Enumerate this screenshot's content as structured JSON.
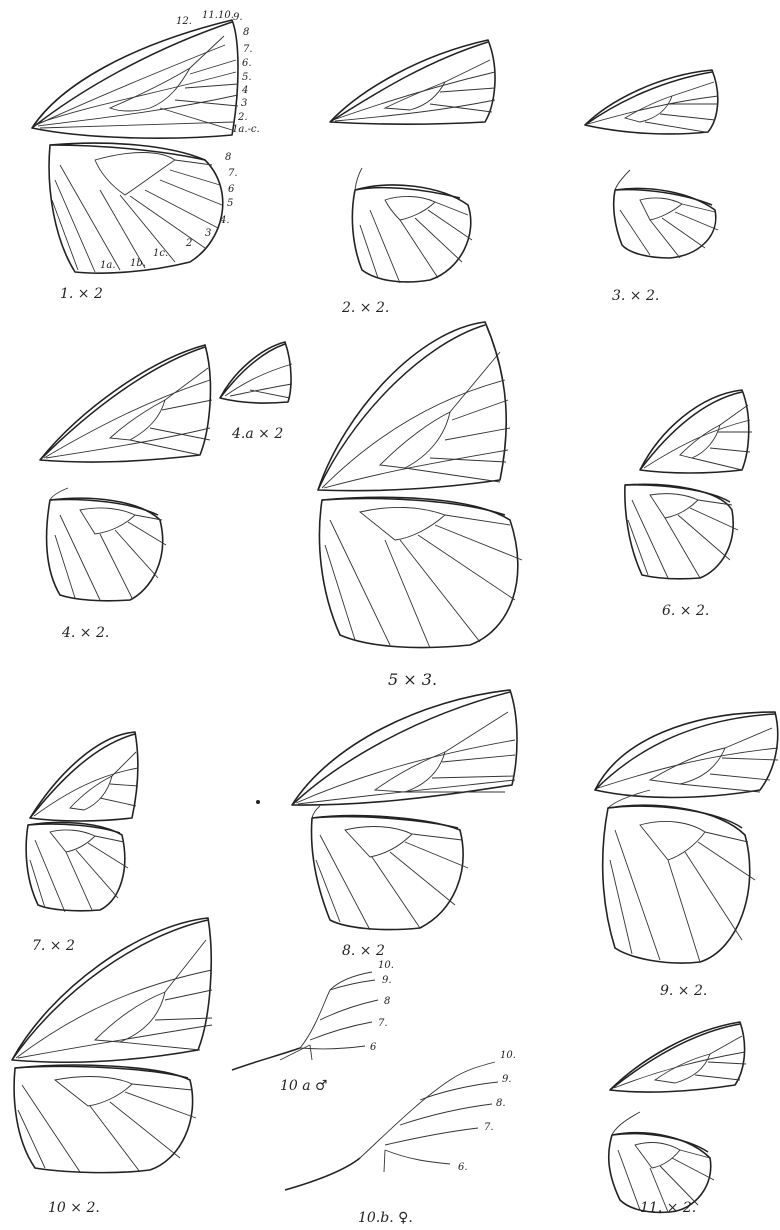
{
  "plate": {
    "figures": [
      {
        "id": "1",
        "caption": "1.  × 2",
        "forewing_veins": [
          "12.",
          "11.",
          "10.",
          "9.",
          "8",
          "7.",
          "6.",
          "5.",
          "4",
          "3",
          "2.",
          "1a.-c."
        ],
        "hindwing_veins": [
          "8",
          "7.",
          "6",
          "5",
          "4.",
          "3",
          "2",
          "1c.",
          "1b.",
          "1a."
        ]
      },
      {
        "id": "2",
        "caption": "2.  × 2."
      },
      {
        "id": "3",
        "caption": "3.  × 2."
      },
      {
        "id": "4",
        "caption": "4.  × 2."
      },
      {
        "id": "4a",
        "caption": "4.a × 2"
      },
      {
        "id": "5",
        "caption": "5  × 3."
      },
      {
        "id": "6",
        "caption": "6.  × 2."
      },
      {
        "id": "7",
        "caption": "7.  × 2"
      },
      {
        "id": "8",
        "caption": "8.  × 2"
      },
      {
        "id": "9",
        "caption": "9.  × 2."
      },
      {
        "id": "10",
        "caption": "10  × 2."
      },
      {
        "id": "10a",
        "caption": "10 a  ♂",
        "vein_labels": [
          "10.",
          "9.",
          "8",
          "7.",
          "6"
        ]
      },
      {
        "id": "10b",
        "caption": "10.b.  ♀.",
        "vein_labels": [
          "10.",
          "9.",
          "8.",
          "7.",
          "6."
        ]
      },
      {
        "id": "11",
        "caption": "11.  × 2."
      }
    ]
  }
}
